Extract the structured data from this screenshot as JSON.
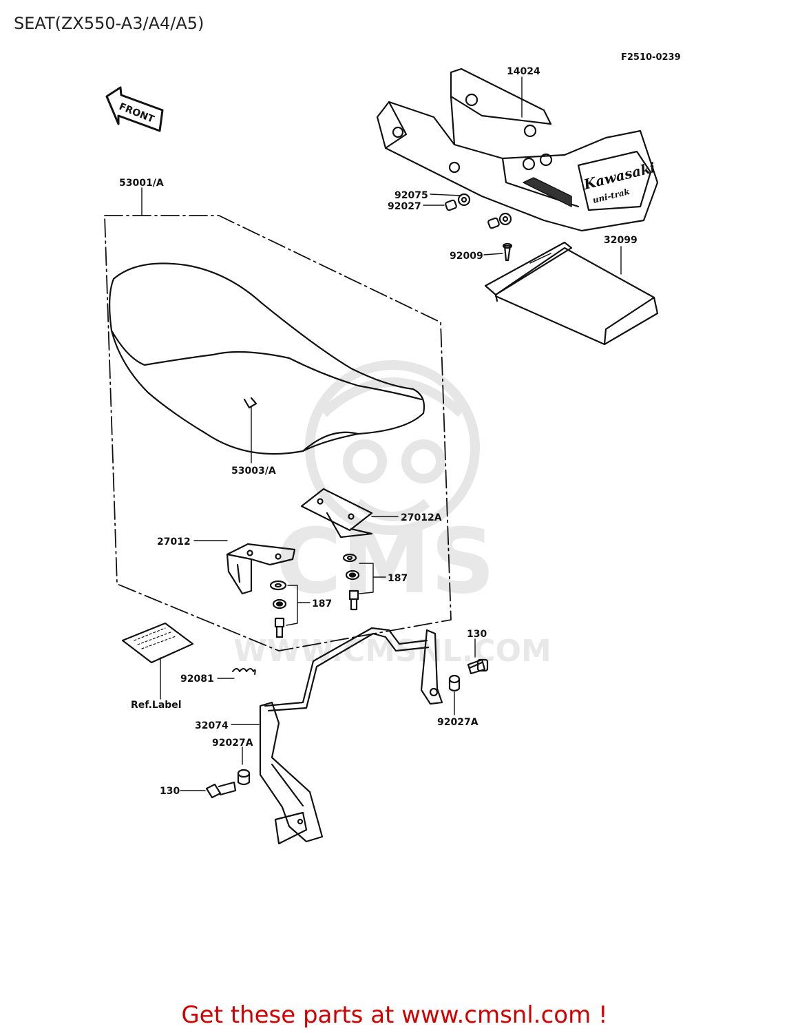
{
  "title": "SEAT(ZX550-A3/A4/A5)",
  "diagram_code": "F2510-0239",
  "front_arrow": "FRONT",
  "cowl_brand": "Kawasaki",
  "cowl_sub": "uni-trak",
  "watermark": {
    "brand": "CMS",
    "url": "WWW.CMSNL.COM"
  },
  "footer": "Get these parts at www.cmsnl.com !",
  "parts": [
    {
      "id": "p14024",
      "label": "14024"
    },
    {
      "id": "p92075",
      "label": "92075"
    },
    {
      "id": "p92027",
      "label": "92027"
    },
    {
      "id": "p32099",
      "label": "32099"
    },
    {
      "id": "p92009",
      "label": "92009"
    },
    {
      "id": "p53001",
      "label": "53001/A"
    },
    {
      "id": "p53003",
      "label": "53003/A"
    },
    {
      "id": "p27012A",
      "label": "27012A"
    },
    {
      "id": "p27012",
      "label": "27012"
    },
    {
      "id": "p187a",
      "label": "187"
    },
    {
      "id": "p187b",
      "label": "187"
    },
    {
      "id": "p130a",
      "label": "130"
    },
    {
      "id": "p92081",
      "label": "92081"
    },
    {
      "id": "pref",
      "label": "Ref.Label"
    },
    {
      "id": "p92027Aa",
      "label": "92027A"
    },
    {
      "id": "p32074",
      "label": "32074"
    },
    {
      "id": "p92027Ab",
      "label": "92027A"
    },
    {
      "id": "p130b",
      "label": "130"
    }
  ]
}
